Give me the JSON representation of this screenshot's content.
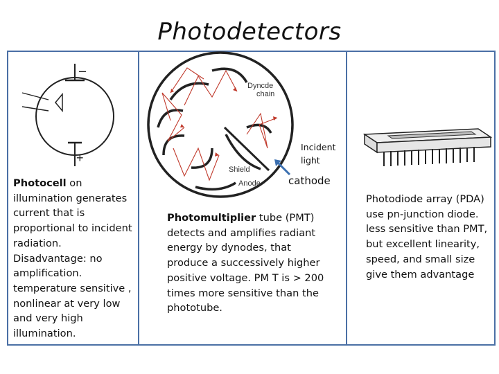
{
  "title": "Photodetectors",
  "left": {
    "term": "Photocell",
    "text": " on illumination generates current that is proportional to incident radiation. Disadvantage: no amplification. temperature sensitive , nonlinear at very low and very high illumination.",
    "symbol_minus": "–",
    "symbol_plus": "+"
  },
  "middle": {
    "diagram_labels": {
      "dynode_chain": [
        "Dyncde",
        "chain"
      ],
      "shield": "Shield",
      "anode": "Anode"
    },
    "incident_light": [
      "Incident",
      "light"
    ],
    "cathode": "cathode",
    "term": "Photomultiplier",
    "text": " tube (PMT) detects and amplifies radiant energy by dynodes, that produce a successively higher positive voltage. PM T is  > 200 times more sensitive than the phototube."
  },
  "right": {
    "text": "Photodiode array (PDA) use pn-junction diode. less sensitive than PMT, but excellent linearity, speed, and small size give them advantage"
  },
  "colors": {
    "panel_border": "#4a6fa5",
    "arrow_red": "#c0392b",
    "light_arrow": "#3a6fb0"
  }
}
